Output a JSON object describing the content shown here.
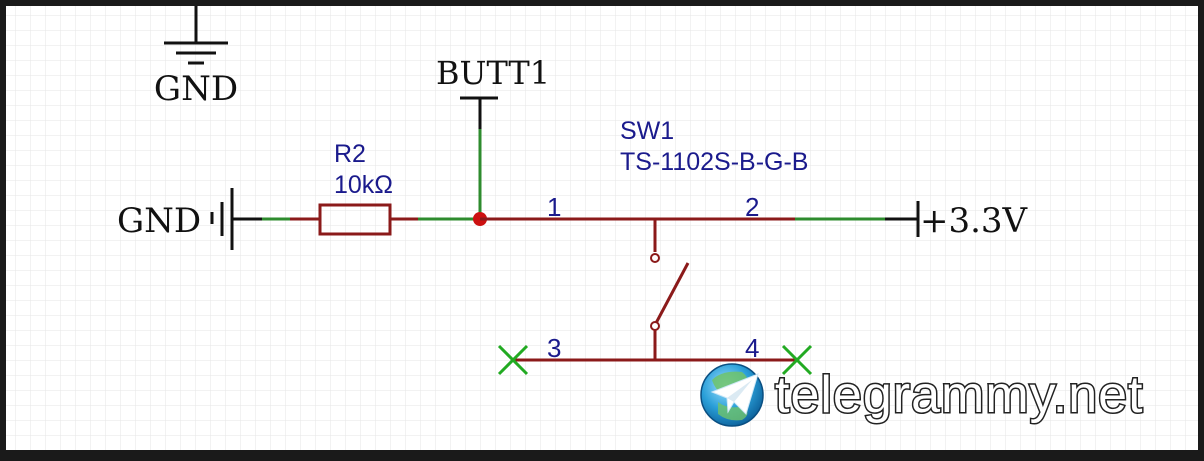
{
  "colors": {
    "frame": "#1a1a1a",
    "paper": "#ffffff",
    "grid": "#e6e6e6",
    "wire_green": "#2e8b2e",
    "pin_red": "#8b1a1a",
    "junction": "#cc1111",
    "label_blue": "#1a1a8c",
    "symbol_black": "#111111",
    "no_connect": "#22aa22"
  },
  "power": {
    "gnd_top_label": "GND",
    "gnd_left_label": "GND",
    "vcc_label": "+3.3V"
  },
  "resistor": {
    "designator": "R2",
    "value": "10kΩ"
  },
  "net_label": "BUTT1",
  "switch": {
    "designator": "SW1",
    "part_number": "TS-1102S-B-G-B",
    "pins": [
      "1",
      "2",
      "3",
      "4"
    ]
  },
  "watermark": {
    "icon": "telegram-paper-plane-icon",
    "text": "telegrammy.net"
  }
}
